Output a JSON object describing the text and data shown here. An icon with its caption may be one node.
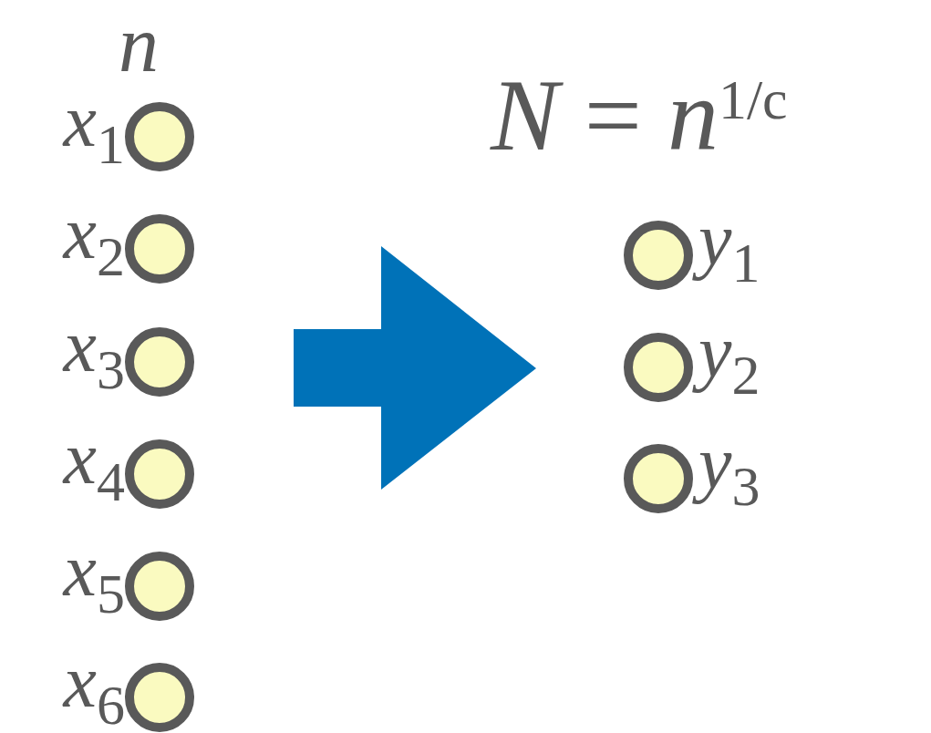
{
  "diagram": {
    "nodes": [
      {
        "text": [],
        "shape": "circle",
        "beside": [
          "*x*$_{1}$"
        ]
      },
      {
        "text": [],
        "shape": "circle",
        "beside": [
          "*x*$_{2}$"
        ]
      },
      {
        "text": [],
        "shape": "circle",
        "beside": [
          "*x*$_{3}$"
        ]
      },
      {
        "text": [],
        "shape": "circle",
        "beside": [
          "*x*$_{4}$"
        ]
      },
      {
        "text": [],
        "shape": "circle",
        "beside": [
          "*x*$_{5}$"
        ]
      },
      {
        "text": [],
        "shape": "circle",
        "beside": [
          "*x*$_{6}$"
        ]
      },
      {
        "text": [],
        "shape": "circle",
        "beside": [
          "*y*$_{1}$"
        ]
      },
      {
        "text": [],
        "shape": "circle",
        "beside": [
          "*y*$_{2}$"
        ]
      },
      {
        "text": [],
        "shape": "circle",
        "beside": [
          "*y*$_{3}$"
        ]
      }
    ],
    "labels": [
      "*n*",
      "*N* = *n*$^{1/c}$"
    ]
  }
}
